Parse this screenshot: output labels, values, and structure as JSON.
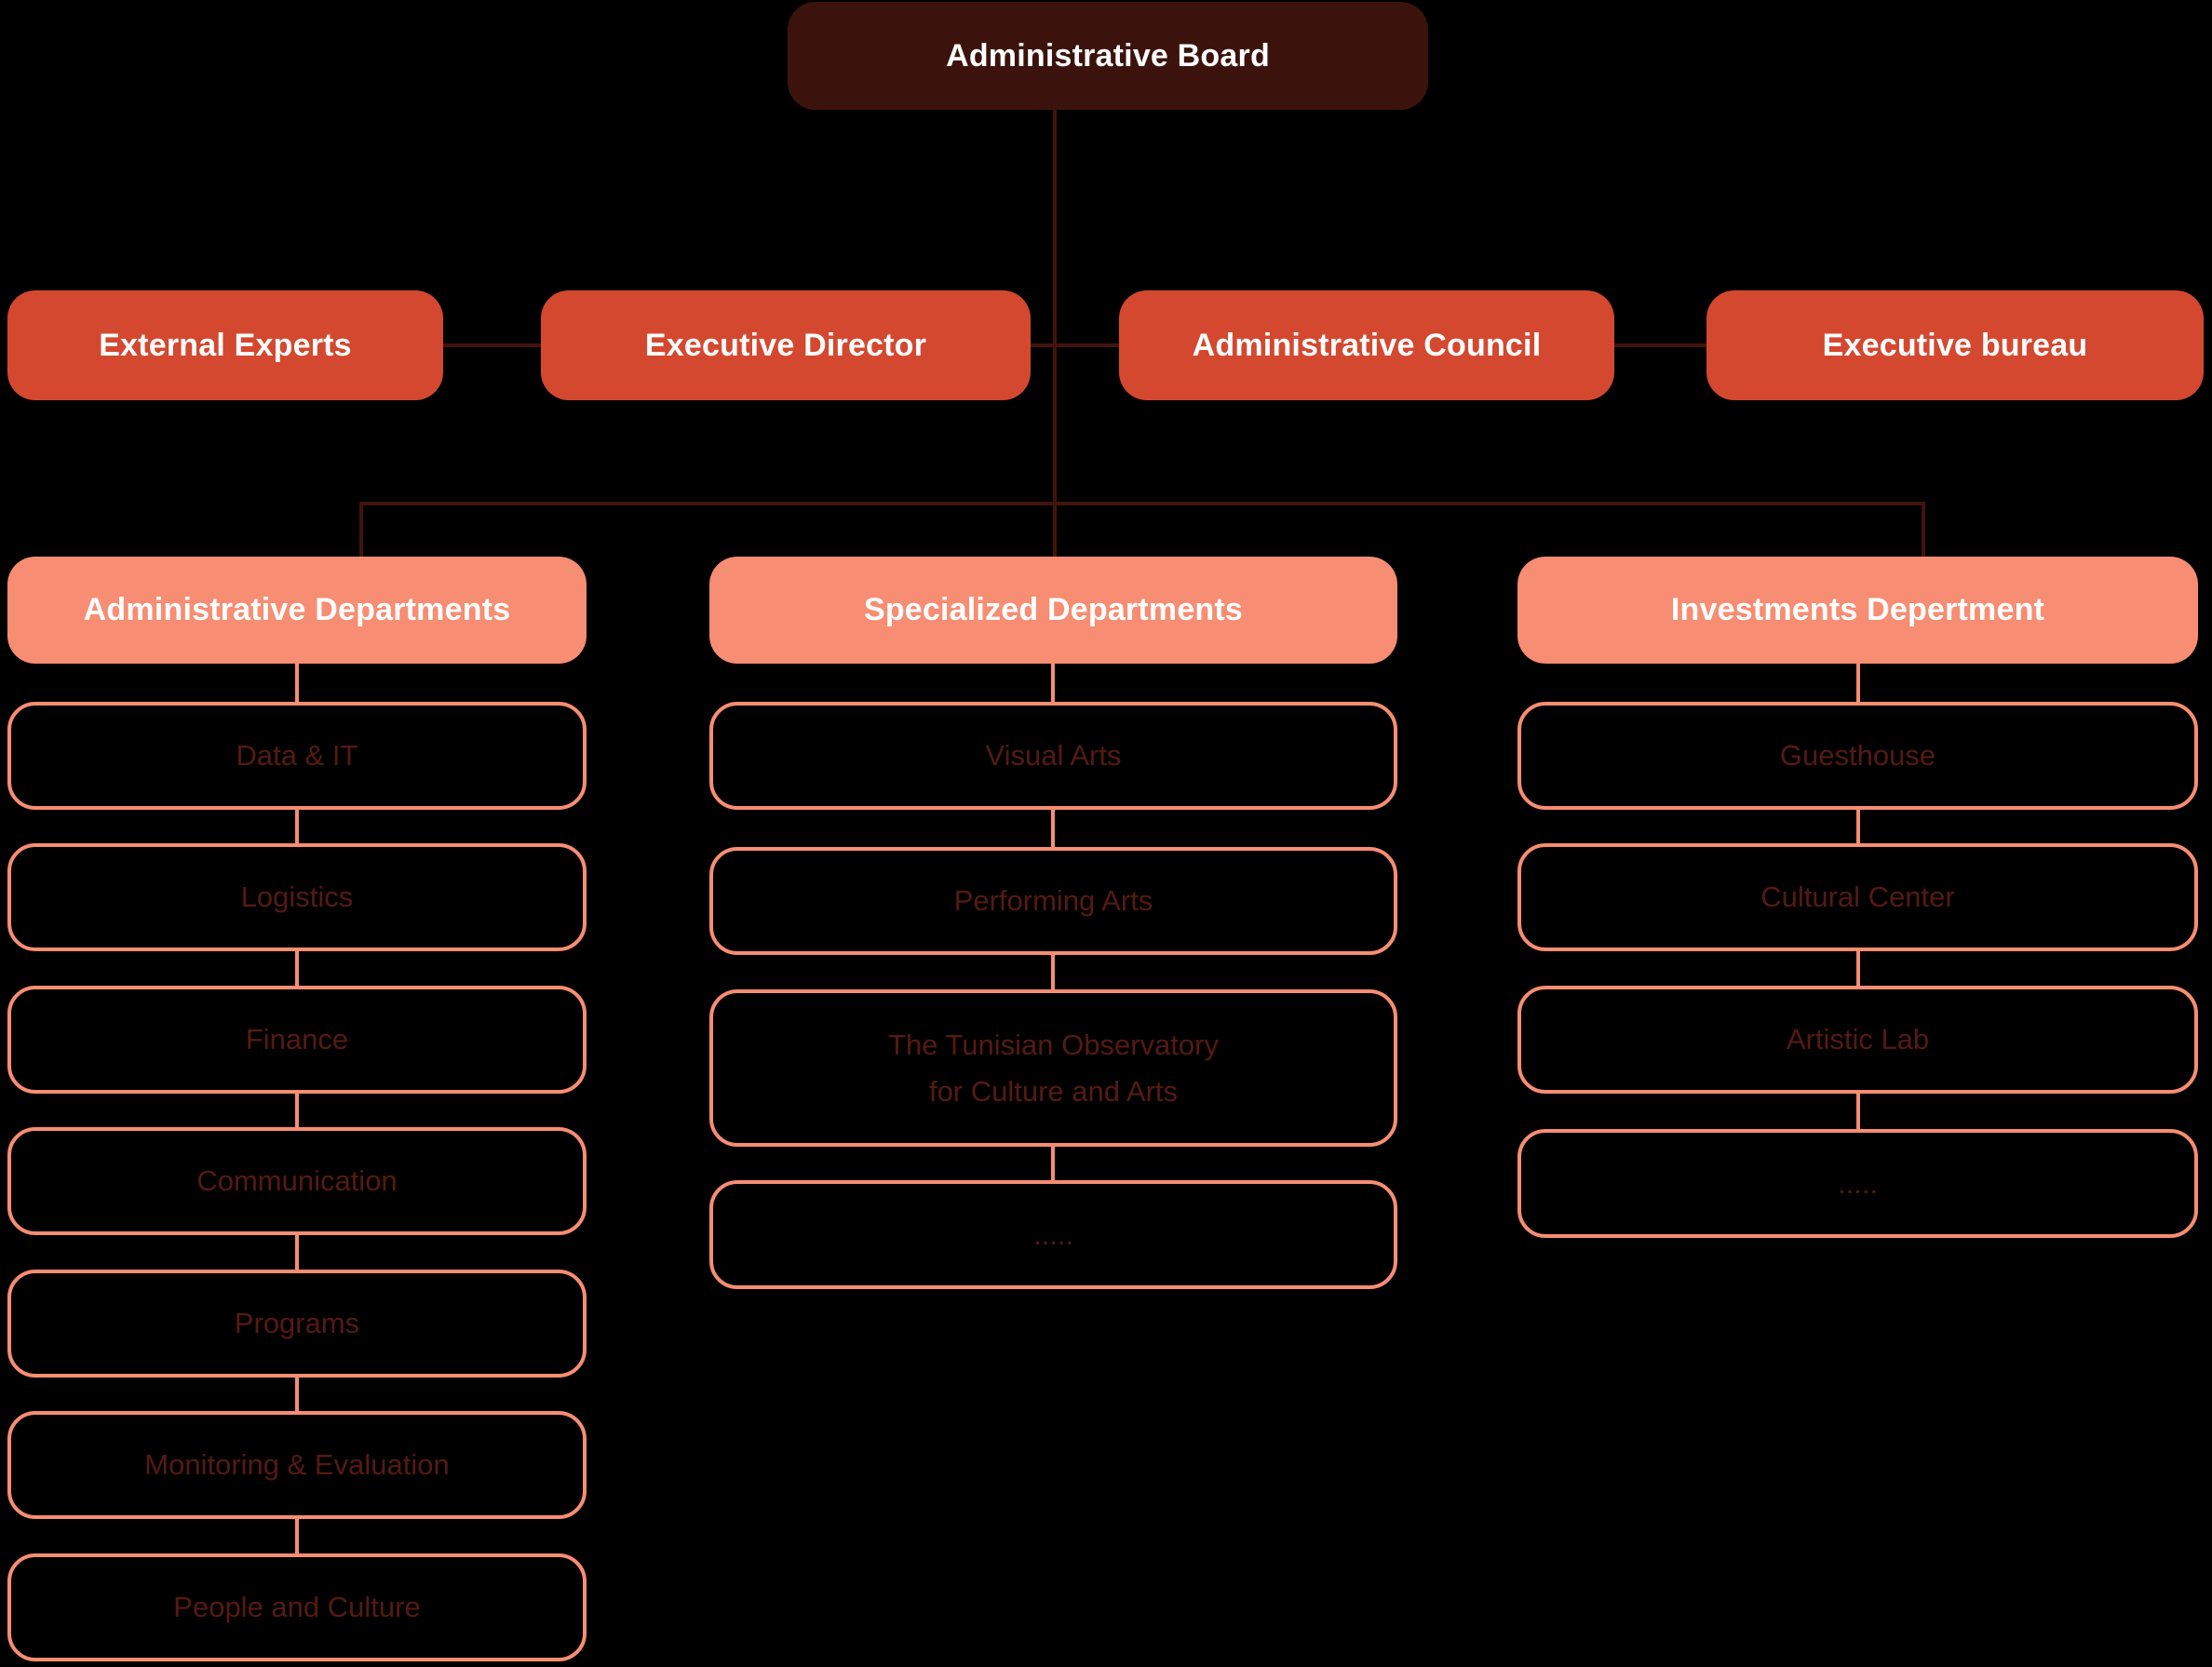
{
  "chart": {
    "root": {
      "label": "Administrative Board"
    },
    "level2": [
      {
        "label": "External Experts"
      },
      {
        "label": "Executive Director"
      },
      {
        "label": "Administrative Council"
      },
      {
        "label": "Executive bureau"
      }
    ],
    "columns": [
      {
        "header": "Administrative Departments",
        "items": [
          "Data & IT",
          "Logistics",
          "Finance",
          "Communication",
          "Programs",
          "Monitoring & Evaluation",
          "People and Culture"
        ]
      },
      {
        "header": "Specialized Departments",
        "items": [
          "Visual Arts",
          "Performing Arts",
          "The Tunisian Observatory\nfor Culture and Arts",
          "....."
        ]
      },
      {
        "header": "Investments Depertment",
        "items": [
          "Guesthouse",
          "Cultural Center",
          "Artistic Lab",
          "....."
        ]
      }
    ]
  },
  "colors": {
    "bg": "#000000",
    "root-box": "#3B130C",
    "level2-box": "#D4482F",
    "header-box": "#F78D72",
    "child-border": "#F78D72",
    "child-text": "#551A12",
    "dark-line": "#40140C",
    "white-text": "#FFFFFF"
  }
}
